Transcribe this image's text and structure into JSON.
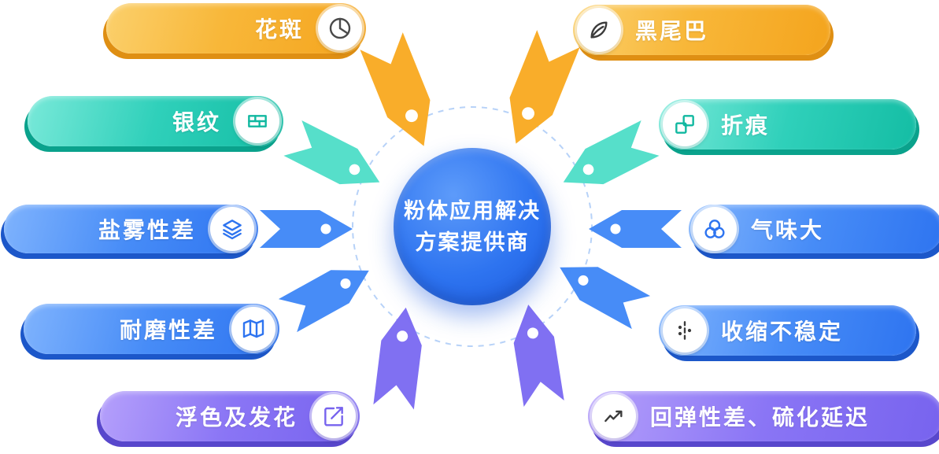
{
  "center": {
    "title_line1": "粉体应用解决",
    "title_line2": "方案提供商"
  },
  "pills": {
    "left": [
      {
        "label": "花斑",
        "icon": "pie-chart-icon",
        "color": "#f4a41d"
      },
      {
        "label": "银纹",
        "icon": "bricks-icon",
        "color": "#14bda4"
      },
      {
        "label": "盐雾性差",
        "icon": "layers-icon",
        "color": "#2e74f0"
      },
      {
        "label": "耐磨性差",
        "icon": "map-icon",
        "color": "#2e74f0"
      },
      {
        "label": "浮色及发花",
        "icon": "pen-square-icon",
        "color": "#8a75f5"
      }
    ],
    "right": [
      {
        "label": "黑尾巴",
        "icon": "leaf-icon",
        "color": "#f4a41d"
      },
      {
        "label": "折痕",
        "icon": "puzzle-icon",
        "color": "#14bda4"
      },
      {
        "label": "气味大",
        "icon": "aroma-circles-icon",
        "color": "#2e74f0"
      },
      {
        "label": "收缩不稳定",
        "icon": "shrink-dots-icon",
        "color": "#2e74f0"
      },
      {
        "label": "回弹性差、硫化延迟",
        "icon": "trend-arrow-icon",
        "color": "#8a75f5"
      }
    ]
  },
  "colors": {
    "orange": "#f4a41d",
    "teal": "#14bda4",
    "blue": "#2e74f0",
    "purple": "#8a75f5",
    "center_blue": "#2e74f0",
    "dashed_ring": "#b7d2f8"
  }
}
